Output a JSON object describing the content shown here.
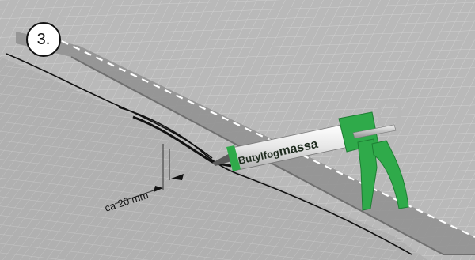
{
  "step": {
    "label": "3."
  },
  "dimension": {
    "label": "ca 20 mm"
  },
  "caulk_gun": {
    "label_prefix": "Butylfog",
    "label_suffix": "massa",
    "body_color": "#2faa4a",
    "body_dark": "#1d7f33",
    "tube_color": "#e8e8e8"
  },
  "colors": {
    "membrane": "#b4b4b4",
    "grid_line": "#cdcdcd",
    "seam_strip": "#8c8c8c",
    "dashed_line": "#ffffff",
    "edge_line": "#111111"
  }
}
